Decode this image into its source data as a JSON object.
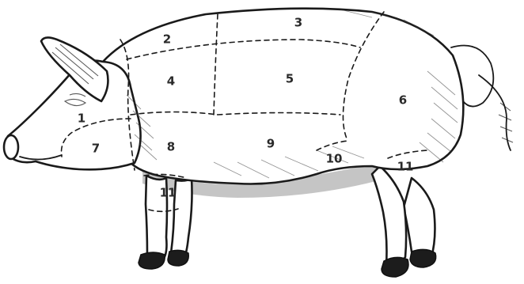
{
  "cuts": [
    {
      "id": "cut-1",
      "label": "1"
    },
    {
      "id": "cut-2",
      "label": "2"
    },
    {
      "id": "cut-3",
      "label": "3"
    },
    {
      "id": "cut-4",
      "label": "4"
    },
    {
      "id": "cut-5",
      "label": "5"
    },
    {
      "id": "cut-6",
      "label": "6"
    },
    {
      "id": "cut-7",
      "label": "7"
    },
    {
      "id": "cut-8",
      "label": "8"
    },
    {
      "id": "cut-9",
      "label": "9"
    },
    {
      "id": "cut-10",
      "label": "10"
    },
    {
      "id": "cut-11-front",
      "label": "11"
    },
    {
      "id": "cut-11-rear",
      "label": "11"
    }
  ]
}
